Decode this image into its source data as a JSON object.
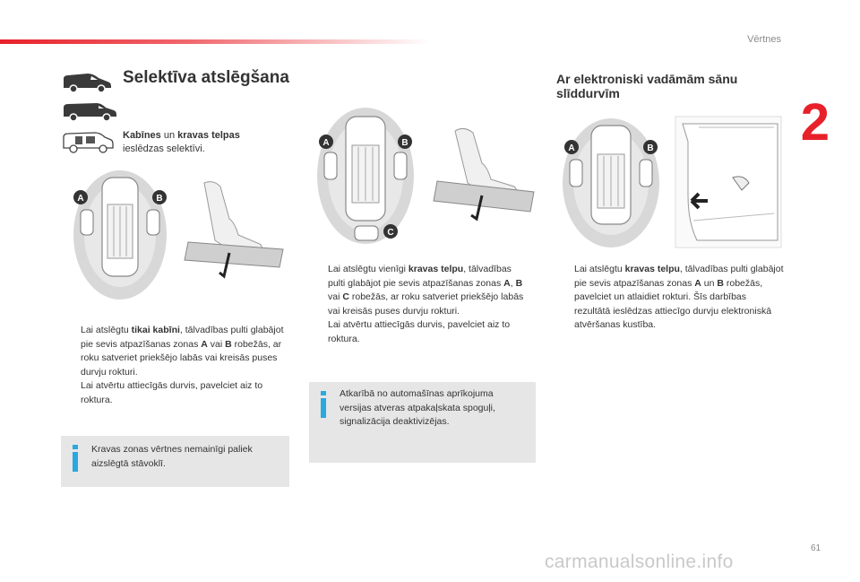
{
  "header": {
    "section_title": "Vērtnes",
    "chapter_number": "2",
    "page_number": "61"
  },
  "left": {
    "title": "Selektīva atslēgšana",
    "intro_bold1": "Kabīnes",
    "intro_mid": " un ",
    "intro_bold2": "kravas telpas",
    "intro_rest": "ieslēdzas selektīvi.",
    "figure_labels": {
      "a": "A",
      "b": "B"
    },
    "bullet1": {
      "pre": "Lai atslēgtu ",
      "bold": "tikai kabīni",
      "mid": ", tālvadības pulti glabājot pie sevis atpazīšanas zonas ",
      "a": "A",
      "vai": " vai ",
      "b": "B",
      "post": " robežās, ar roku satveriet priekšējo labās vai kreisās puses durvju rokturi."
    },
    "bullet2": "Lai atvērtu attiecīgās durvis, pavelciet aiz to roktura.",
    "note": "Kravas zonas vērtnes nemainīgi paliek aizslēgtā stāvoklī."
  },
  "middle": {
    "figure_labels": {
      "a": "A",
      "b": "B",
      "c": "C"
    },
    "bullet1": {
      "pre": "Lai atslēgtu vienīgi ",
      "bold": "kravas telpu",
      "mid": ", tālvadības pulti glabājot pie sevis atpazīšanas zonas ",
      "a": "A",
      "sep": ", ",
      "b": "B",
      "vai": " vai ",
      "c": "C",
      "post": " robežās, ar roku satveriet priekšējo labās vai kreisās puses durvju rokturi."
    },
    "bullet2": "Lai atvērtu attiecīgās durvis, pavelciet aiz to roktura.",
    "note": "Atkarībā no automašīnas aprīkojuma versijas atveras atpakaļskata spoguļi, signalizācija deaktivizējas."
  },
  "right": {
    "title": "Ar elektroniski vadāmām sānu slīddurvīm",
    "figure_labels": {
      "a": "A",
      "b": "B"
    },
    "bullet1": {
      "pre": "Lai atslēgtu ",
      "bold": "kravas telpu",
      "mid": ", tālvadības pulti glabājot pie sevis atpazīšanas zonas ",
      "a": "A",
      "und": " un ",
      "b": "B",
      "post": " robežās, pavelciet un atlaidiet rokturi. Šīs darbības rezultātā ieslēdzas attiecīgo durvju elektroniskā atvēršanas kustība."
    }
  },
  "bullet_marker": "",
  "watermark": "carmanualsonline.info",
  "colors": {
    "accent": "#e8202a",
    "info": "#2aa9e0",
    "note_bg": "#e6e6e6"
  }
}
